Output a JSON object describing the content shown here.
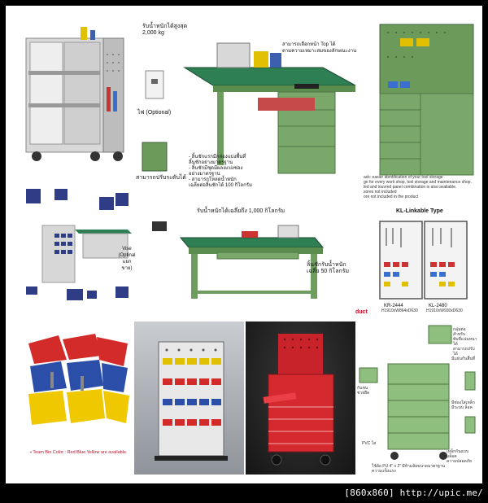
{
  "footer": "[860x860] http://upic.me/",
  "cart": {},
  "bench": {
    "load_text": "รับน้ำหนักได้สูงสุด\n2,000 kg",
    "top_text": "สามารถเลือกหน้า Top ได้\nตามความเหมาะสมของลักษณะงาน",
    "optional_text": "ไฟ (Optional)",
    "adjust_text": "สามารถปรับระดับได้",
    "drawer_text": "- ลิ้นชักแรกมีกล่องแบ่งพื้นที่\n  ลิ้นชักอย่างมาตรฐาน\n- ลิ้นชักมีชุดมีผลงแบ่งช่อง\n  อย่างมาตรฐาน\n- สามารถโหลดน้ำหนัก\n  เฉลี่ยต่อลิ้นชักได้ 100 กิโลกรัม"
  },
  "cabinet": {
    "desc_text": "ack: easier identification of your tool storage\ngn for every work shop, tool storage and maintenance shop.\nled and louvred panel combination is also available.\nsores not included\nore not included in the product"
  },
  "station": {
    "vise_text": "Vise\n(Optinal แยกขาย)"
  },
  "heavy": {
    "load_text": "รับน้ำหนักได้เฉลี่ยถึง 1,000 กิโลกรัม",
    "drawer_text": "ลิ้นชักรับน้ำหนัก\nเฉลี่ย 50 กิโลกรัม"
  },
  "link": {
    "title": "KL-Linkable Type",
    "left_model": "KR-2444",
    "left_dims": "H1910xW864xD630",
    "right_model": "KL-2480",
    "right_dims": "H1910xW930xD630",
    "product_tag": "duct"
  },
  "bins": {
    "caption": "• Team Bin Color : Red Blue Yellow are available."
  },
  "green": {
    "label1": "กลุ่มต่อ สำหรับ\nพับที่แน่นหนาได้\nสามารถปรับได้",
    "label2": "มีแผ่นกันลื่นที่",
    "label3": "กันชน\nช่วยยืด",
    "label4": "มีช่องใส่เหล็ก\nมีระบบ ล็อค",
    "label5": "PVC ใส",
    "label6": "เหล็กกันแบบบล็อค\nความปลอดภัย",
    "label7": "ใช้ล้อ PU 4\" x 2\" มีห้ามล้อขนาดมาตรฐาน\nความแข็งแรง"
  }
}
